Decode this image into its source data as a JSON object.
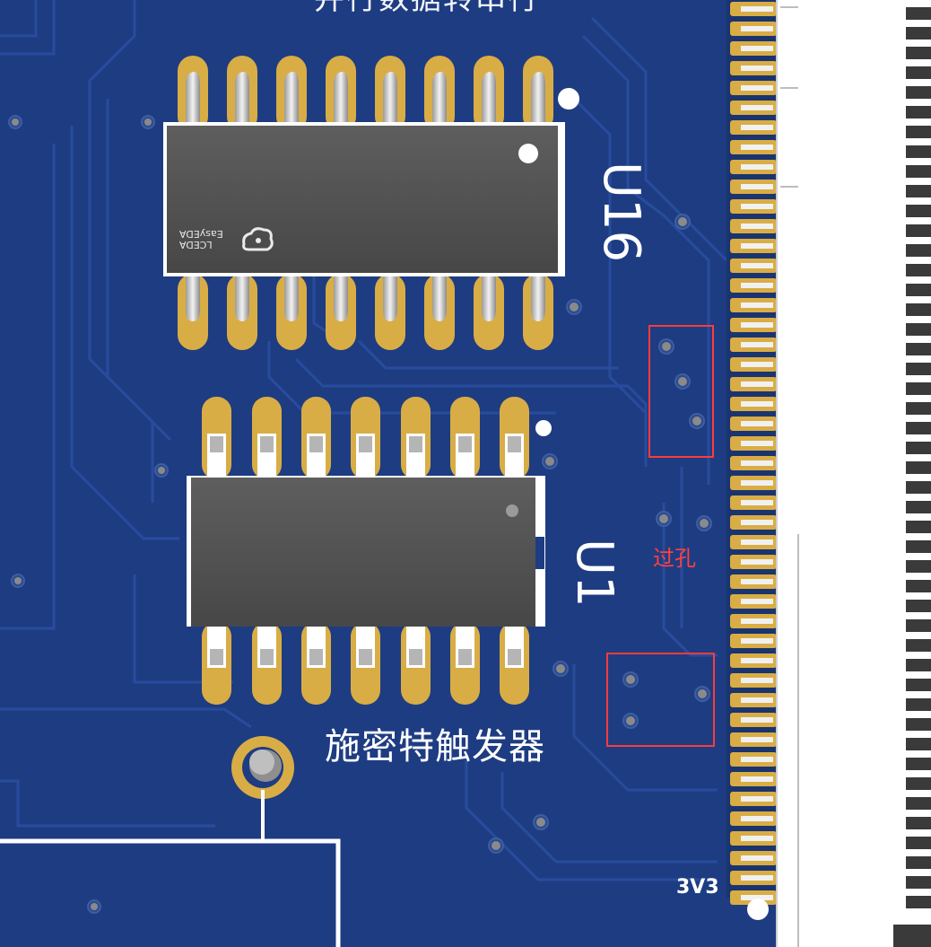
{
  "silkscreen": {
    "top_partial": "并行数据转串行",
    "u16": "U16",
    "u1": "U1",
    "trigger": "施密特触发器",
    "via": "过孔",
    "supply": "3V3",
    "logo": "LCEDA\nEasyEDA"
  },
  "colors": {
    "board": "#1e3c82",
    "pad_gold": "#d9ad45",
    "ic_body": "#525252",
    "annotation": "#ff3b3b"
  },
  "icons": {
    "logo": "lceda-cloud-logo"
  }
}
